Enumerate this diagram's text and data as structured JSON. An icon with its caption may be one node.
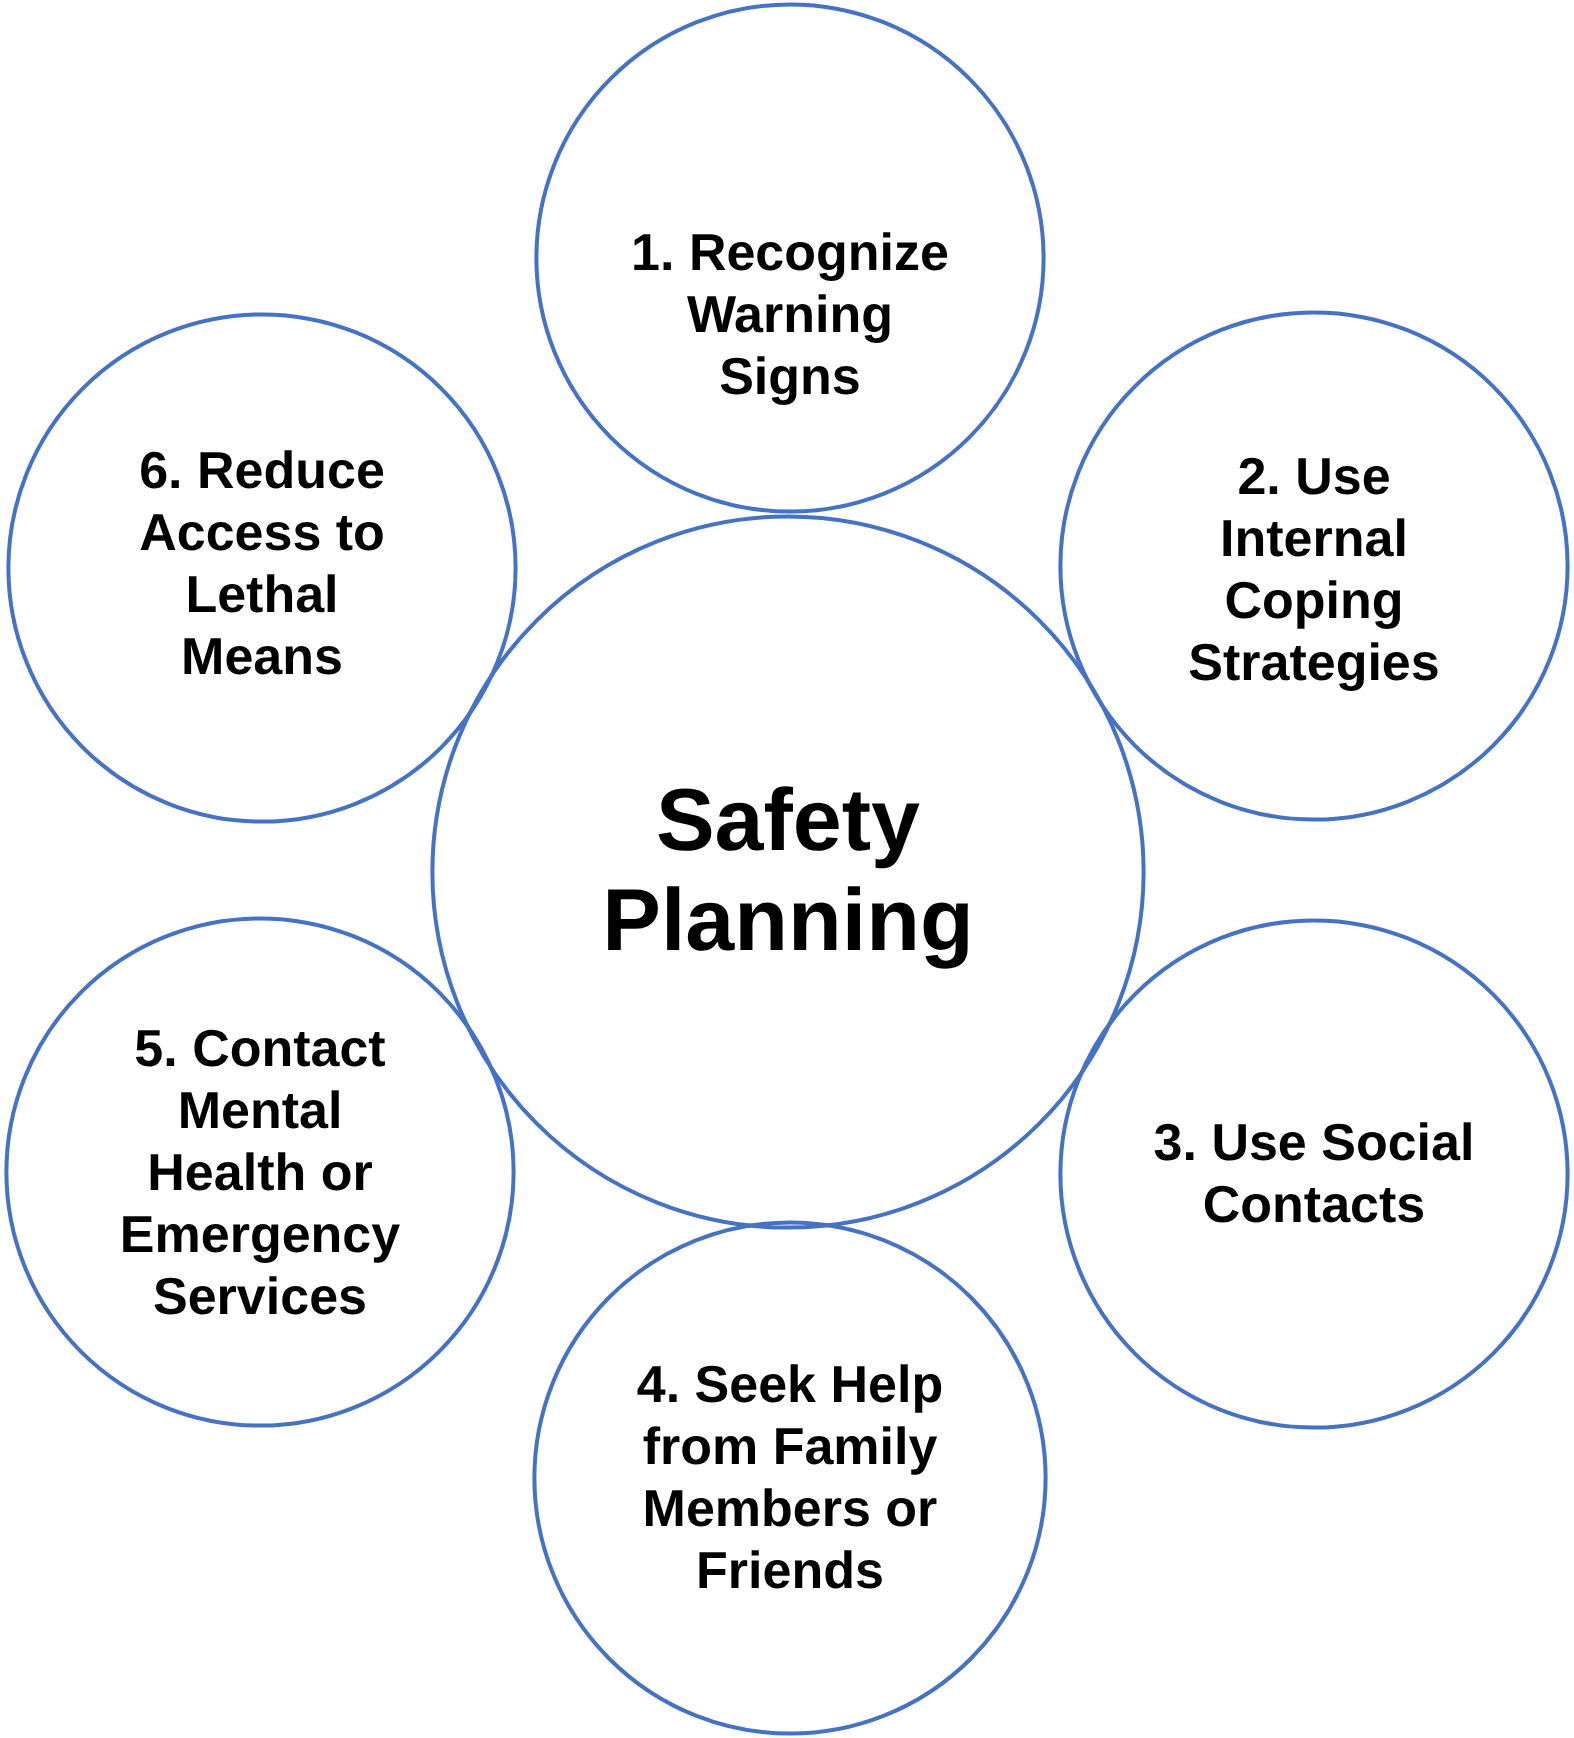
{
  "diagram": {
    "nodes": [
      {
        "text": [
          "Safety Planning"
        ]
      },
      {
        "text": [
          "1. Recognize Warning Signs"
        ]
      },
      {
        "text": [
          "2. Use Internal Coping Strategies"
        ]
      },
      {
        "text": [
          "3. Use Social Contacts"
        ]
      },
      {
        "text": [
          "4. Seek Help from Family Members or Friends"
        ]
      },
      {
        "text": [
          "5. Contact Mental Health or Emergency Services"
        ]
      },
      {
        "text": [
          "6. Reduce Access to Lethal Means"
        ]
      }
    ],
    "edges": []
  }
}
